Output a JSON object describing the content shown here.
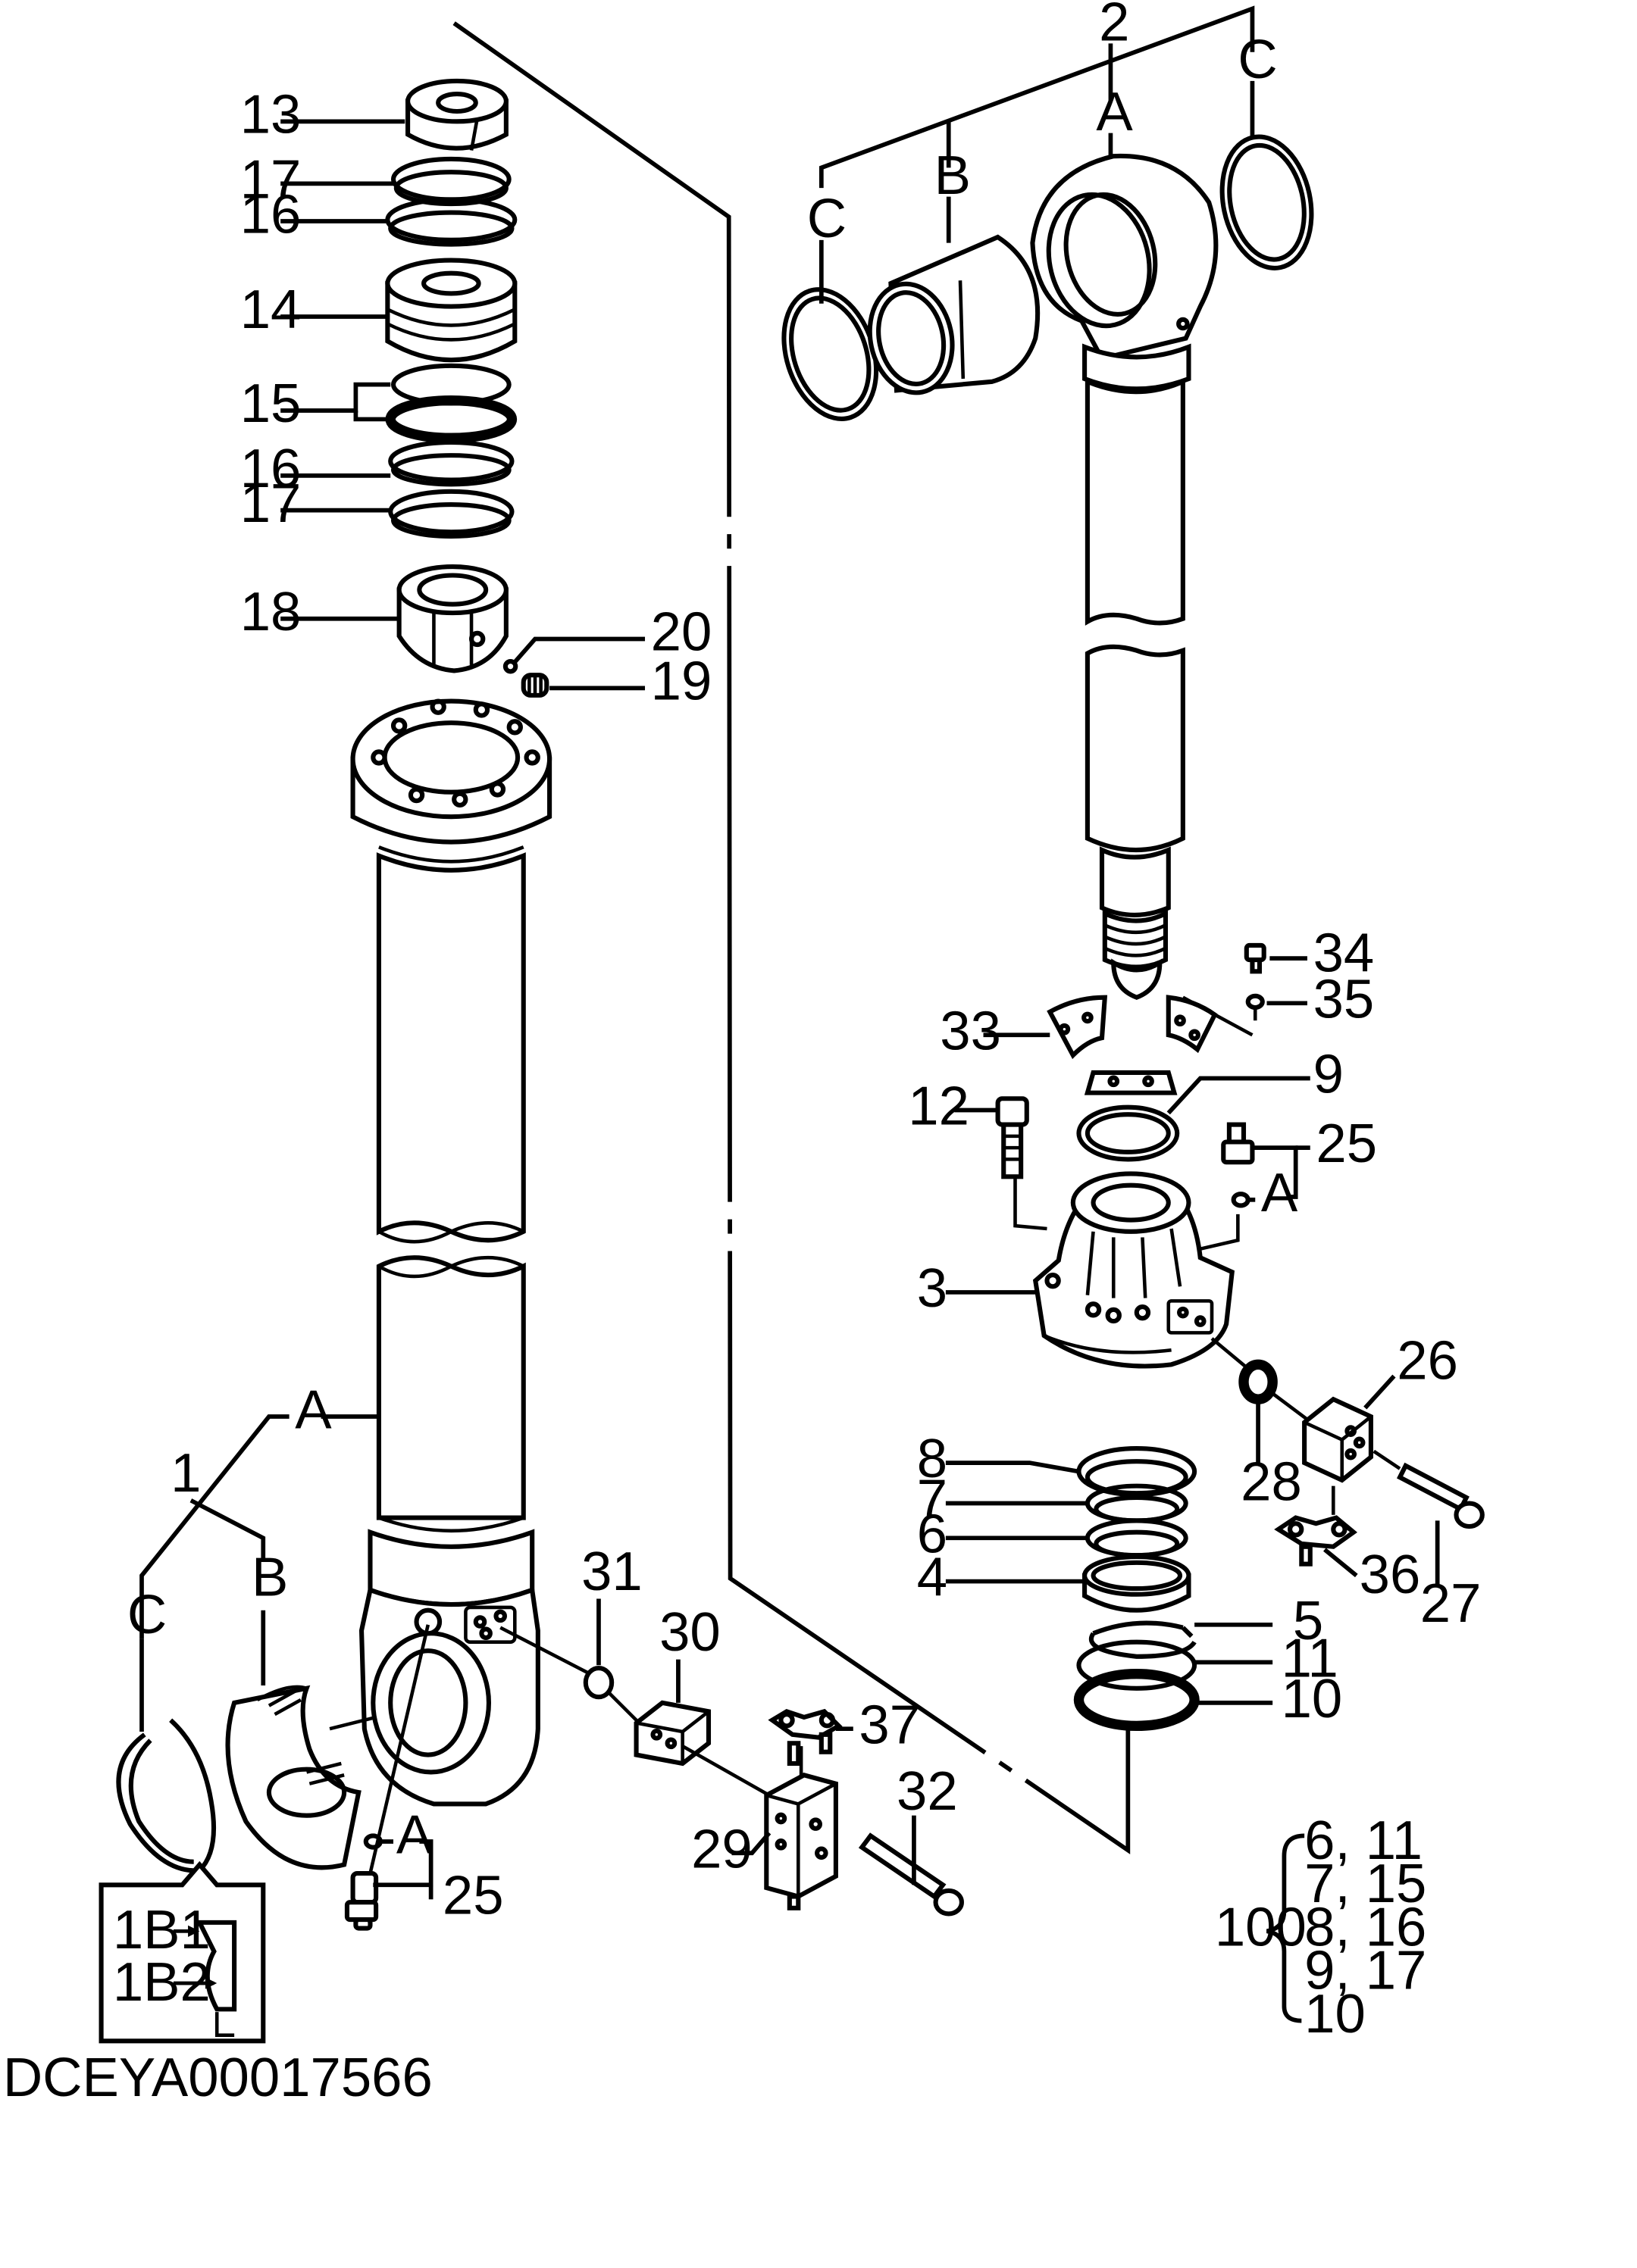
{
  "diagram": {
    "drawing_code": "DCEYA00017566",
    "callouts": {
      "c13": "13",
      "c17a": "17",
      "c16a": "16",
      "c14": "14",
      "c15": "15",
      "c16b": "16",
      "c17b": "17",
      "c18": "18",
      "c20": "20",
      "c19": "19",
      "c1": "1",
      "cA_left": "A",
      "cB_left": "B",
      "cC_left": "C",
      "c31": "31",
      "c30": "30",
      "c37": "37",
      "c32": "32",
      "c29": "29",
      "cA_low": "A",
      "c25_low": "25",
      "c2": "2",
      "cA_top": "A",
      "cB_top": "B",
      "cC_top_left": "C",
      "cC_top_right": "C",
      "c34": "34",
      "c35": "35",
      "c33": "33",
      "c9": "9",
      "c12": "12",
      "c25_up": "25",
      "cA_up": "A",
      "c3": "3",
      "c26": "26",
      "c28": "28",
      "c8": "8",
      "c7": "7",
      "c6": "6",
      "c4": "4",
      "c5": "5",
      "c11": "11",
      "c10": "10",
      "c36": "36",
      "c27": "27",
      "c1B1": "1B1",
      "c1B2": "1B2"
    },
    "kit": {
      "number": "100",
      "rows": [
        "6, 11",
        "7, 15",
        "8, 16",
        "9, 17",
        "10"
      ]
    }
  }
}
